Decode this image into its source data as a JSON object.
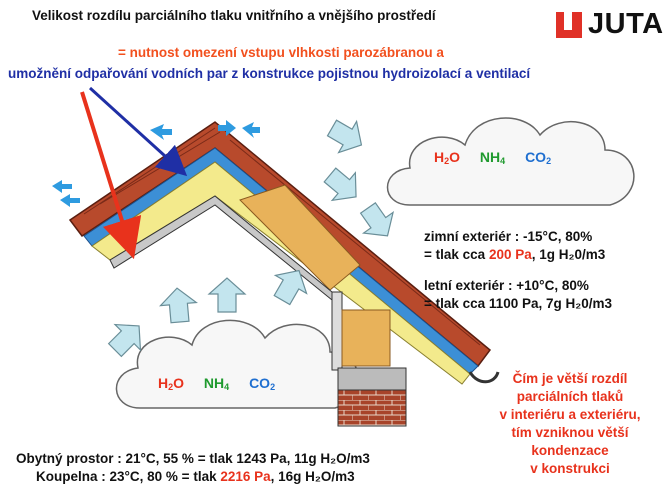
{
  "title": "Velikost rozdílu parciálního tlaku vnitřního a vnějšího prostředí",
  "brand": "JUTA",
  "subtitle_line1": "= nutnost omezení vstupu vlhkosti parozábranou a",
  "subtitle_line2": "umožnění odpařování vodních par z konstrukce pojistnou hydroizolací a ventilací",
  "winter": {
    "label": "zimní exteriér : -15°C, 80%",
    "prefix": "= tlak cca ",
    "pressure": "200 Pa",
    "suffix": ", 1g H₂0/m3"
  },
  "summer": {
    "label": "letní exteriér : +10°C, 80%",
    "line2": "= tlak cca 1100 Pa, 7g H₂0/m3"
  },
  "interior": {
    "living": "Obytný prostor : 21°C, 55 % = tlak 1243 Pa, 11g H₂O/m3",
    "bath_prefix": "Koupelna : 23°C, 80 % = tlak ",
    "bath_pressure": "2216 Pa",
    "bath_suffix": ", 16g H₂O/m3"
  },
  "conclusion": [
    "Čím je větší rozdíl",
    "parciálních tlaků",
    "v interiéru a exteriéru,",
    "tím vzniknou větší",
    "kondenzace",
    "v konstrukci"
  ],
  "gases": {
    "h2o_main": "H",
    "h2o_sub": "2",
    "h2o_end": "O",
    "nh4_main": "NH",
    "nh4_sub": "4",
    "co2_main": "CO",
    "co2_sub": "2"
  },
  "colors": {
    "orange_red": "#e8321c",
    "blue": "#1f2fa5",
    "green": "#1f9a2e",
    "light_blue": "#1f6fd0",
    "insulation": "#f3ea8c",
    "roof_tiles": "#b84a2c",
    "wood": "#e8b25a"
  }
}
